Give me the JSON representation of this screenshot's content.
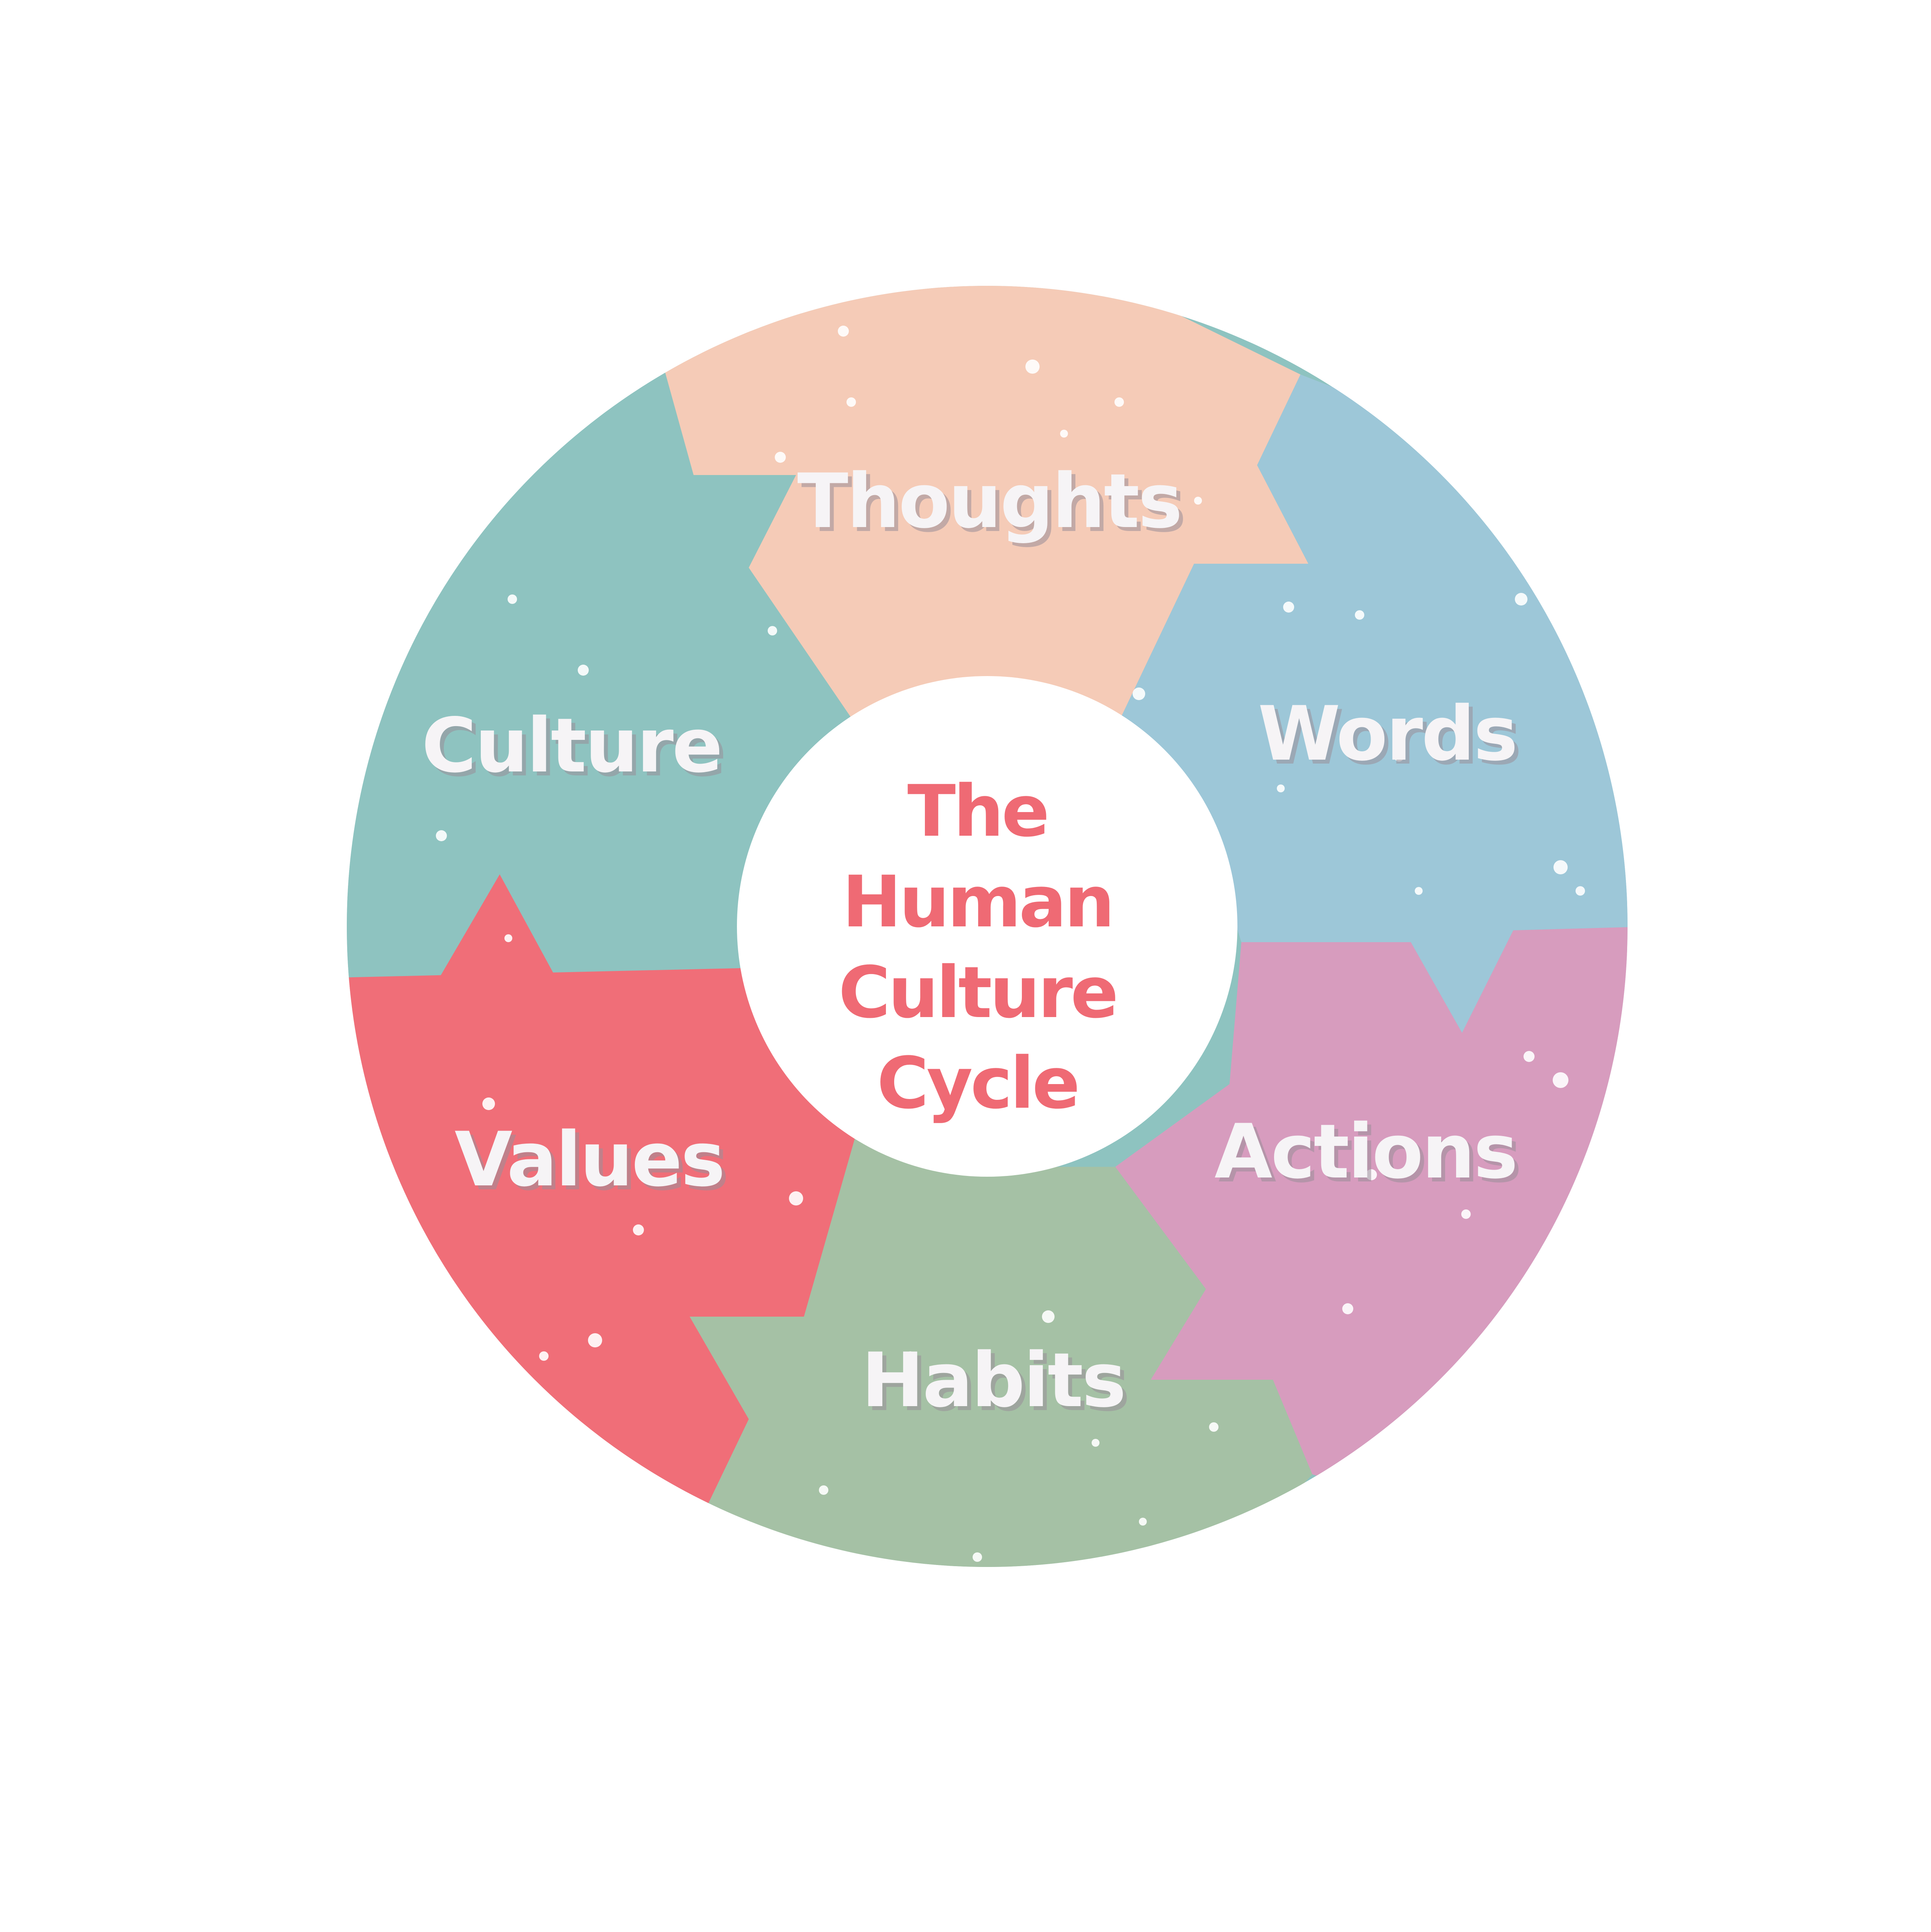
{
  "center": {
    "line1": "The",
    "line2": "Human",
    "line3": "Culture",
    "line4": "Cycle"
  },
  "segments": [
    {
      "label": "Thoughts",
      "color": "#f5cbb7"
    },
    {
      "label": "Words",
      "color": "#9dc7d8"
    },
    {
      "label": "Actions",
      "color": "#d79cbe"
    },
    {
      "label": "Habits",
      "color": "#a5c1a5"
    },
    {
      "label": "Values",
      "color": "#f06e78"
    },
    {
      "label": "Culture",
      "color": "#8ec3c0"
    }
  ],
  "colors": {
    "center_text": "#ef6a74",
    "background": "#ffffff",
    "hub": "#ffffff"
  }
}
